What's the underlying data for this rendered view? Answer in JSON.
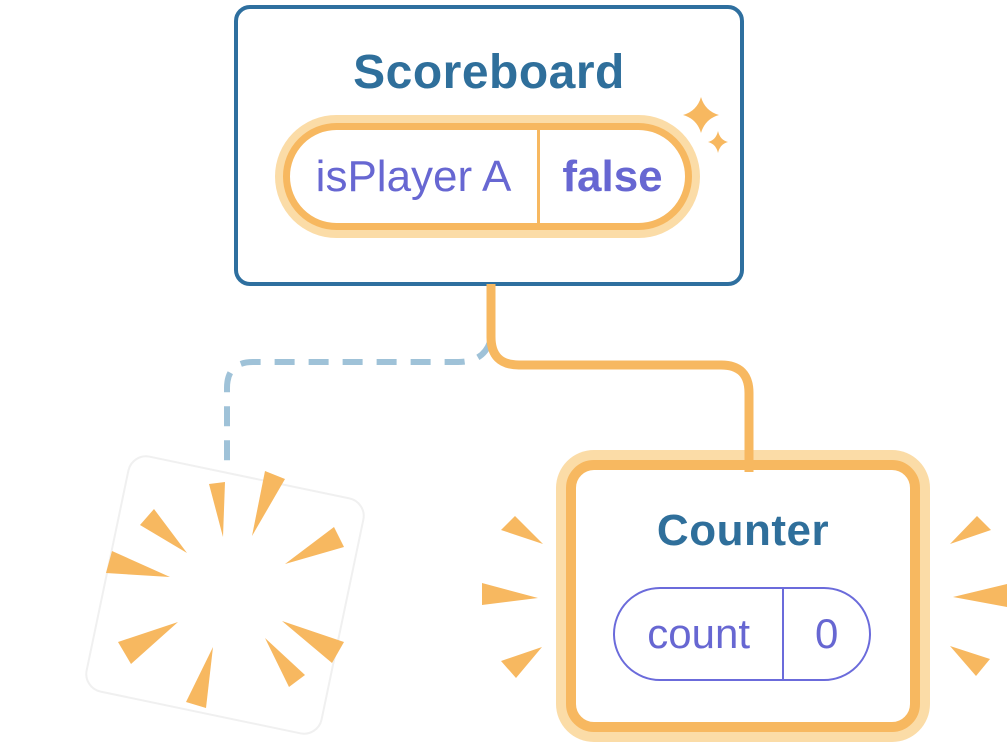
{
  "palette": {
    "background": "#FFFFFF",
    "card_border_blue": "#2E6F9F",
    "title_blue": "#2F6F9B",
    "purple": "#6767D2",
    "purple_border": "#6B6BDB",
    "orange": "#F7B860",
    "orange_light": "#FBDCA7",
    "dash_blue": "#9FC2D8",
    "card_white": "#FFFFFF",
    "destroyed_card_edge": "#F0F0F0"
  },
  "scoreboard_card": {
    "title": "Scoreboard",
    "state": {
      "key": "isPlayer A",
      "value": "false"
    }
  },
  "counter_card": {
    "title": "Counter",
    "state": {
      "key": "count",
      "value": "0"
    }
  },
  "icons": [
    {
      "name": "sparkle-icon-large"
    },
    {
      "name": "sparkle-icon-small"
    },
    {
      "name": "explosion-burst-icon"
    },
    {
      "name": "emphasis-sparks-left-icon"
    },
    {
      "name": "emphasis-sparks-right-icon"
    },
    {
      "name": "dashed-connector-line"
    },
    {
      "name": "solid-connector-line"
    }
  ]
}
